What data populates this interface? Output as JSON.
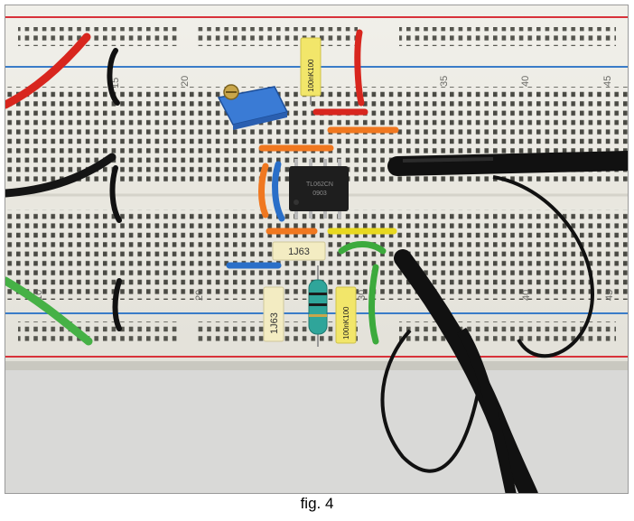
{
  "figure": {
    "caption": "fig. 4",
    "photo_alt": "Photo of a solderless breadboard with an op-amp circuit built from jumper wires, a blue trimmer potentiometer, film capacitors and an inductor, connected to black audio cables"
  },
  "breadboard": {
    "column_labels_top": [
      "20",
      "35",
      "40",
      "45"
    ],
    "column_labels_bottom": [
      "10",
      "20",
      "30",
      "40",
      "45"
    ],
    "row_labels_left": [
      "15"
    ]
  },
  "components": {
    "ic_marking_line1": "TL062CN",
    "ic_marking_line2": "0903",
    "capacitor_top_marking": "100nK100",
    "capacitor_mid_marking": "1J63",
    "capacitor_bottom_left_marking": "1J63",
    "capacitor_bottom_right_marking": "100nK100"
  },
  "colors": {
    "board": "#ecebe5",
    "rail_red": "#d8323a",
    "rail_blue": "#3a7cc8",
    "wire_red": "#d8261e",
    "wire_orange": "#f07820",
    "wire_blue": "#2a6fc8",
    "wire_green": "#3caa3c",
    "wire_yellow": "#e8d820",
    "cable_black": "#111111",
    "trimmer_blue": "#3a7bd5",
    "capacitor_yellow": "#f2e66a",
    "capacitor_cream": "#f3ecc2",
    "inductor_teal": "#2fa59a"
  }
}
